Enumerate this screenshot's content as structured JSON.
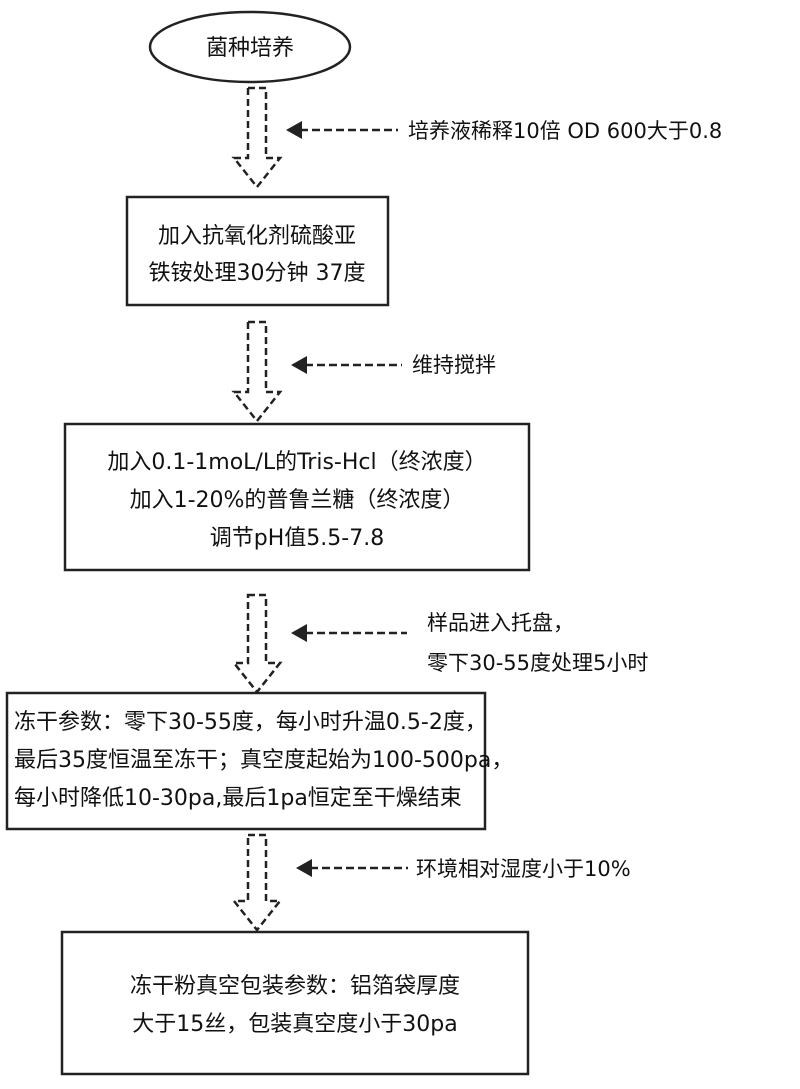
{
  "start": {
    "label": "菌种培养"
  },
  "steps": [
    {
      "lines": [
        "加入抗氧化剂硫酸亚",
        "铁铵处理30分钟 37度"
      ]
    },
    {
      "lines": [
        "加入0.1-1moL/L的Tris-Hcl（终浓度）",
        "加入1-20%的普鲁兰糖（终浓度）",
        "调节pH值5.5-7.8"
      ]
    },
    {
      "lines": [
        "冻干参数：零下30-55度，每小时升温0.5-2度，",
        "最后35度恒温至冻干；真空度起始为100-500pa，",
        "每小时降低10-30pa,最后1pa恒定至干燥结束"
      ]
    },
    {
      "lines": [
        "冻干粉真空包装参数：铝箔袋厚度",
        "大于15丝，包装真空度小于30pa"
      ]
    }
  ],
  "annotations": [
    {
      "lines": [
        "培养液稀释10倍 OD 600大于0.8"
      ]
    },
    {
      "lines": [
        "维持搅拌"
      ]
    },
    {
      "lines": [
        "样品进入托盘，",
        "零下30-55度处理5小时"
      ]
    },
    {
      "lines": [
        "环境相对湿度小于10%"
      ]
    }
  ],
  "style": {
    "stroke": "#222222",
    "text": "#111111",
    "background": "#ffffff"
  }
}
